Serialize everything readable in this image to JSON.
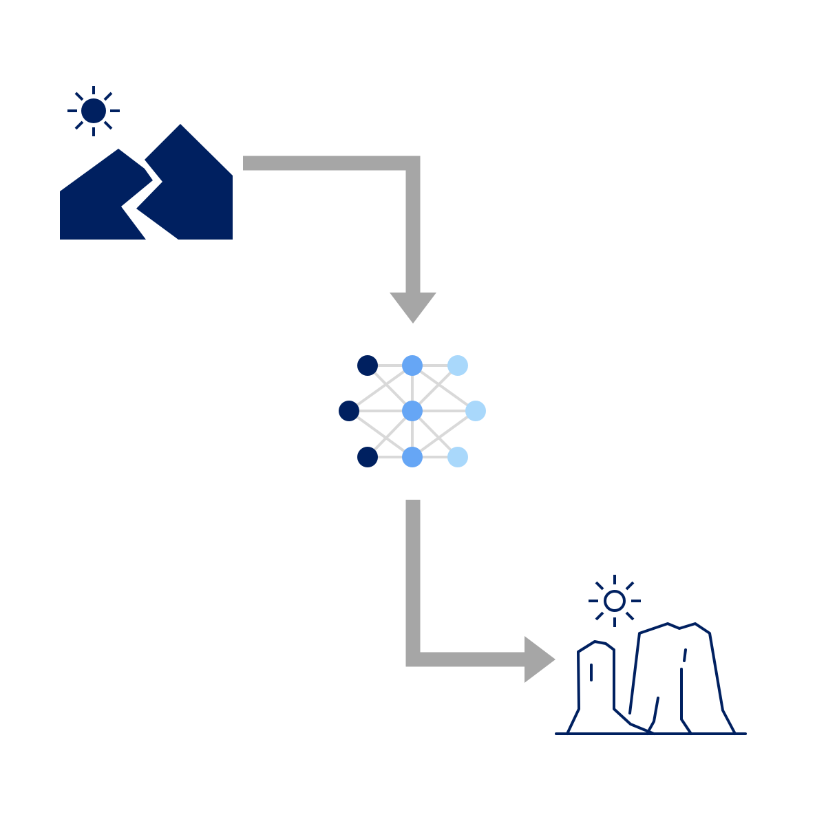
{
  "diagram": {
    "colors": {
      "navy": "#002060",
      "arrow_gray": "#a6a6a6",
      "edge_gray": "#d9d9d9",
      "node_mid": "#66a6f5",
      "node_light": "#a9d8fb",
      "background": "#ffffff"
    },
    "nodes": [
      {
        "id": "source",
        "icon": "mountain-river-sun-icon",
        "style": "filled"
      },
      {
        "id": "model",
        "icon": "neural-network-icon",
        "style": "network"
      },
      {
        "id": "target",
        "icon": "rock-formation-sun-icon",
        "style": "outline"
      }
    ],
    "connections": [
      {
        "from": "source",
        "to": "model",
        "icon": "elbow-arrow-down-icon"
      },
      {
        "from": "model",
        "to": "target",
        "icon": "elbow-arrow-right-icon"
      }
    ],
    "network": {
      "layers": [
        {
          "count": 3,
          "color": "navy"
        },
        {
          "count": 3,
          "color": "node_mid"
        },
        {
          "count": 3,
          "color": "node_light"
        }
      ]
    }
  }
}
